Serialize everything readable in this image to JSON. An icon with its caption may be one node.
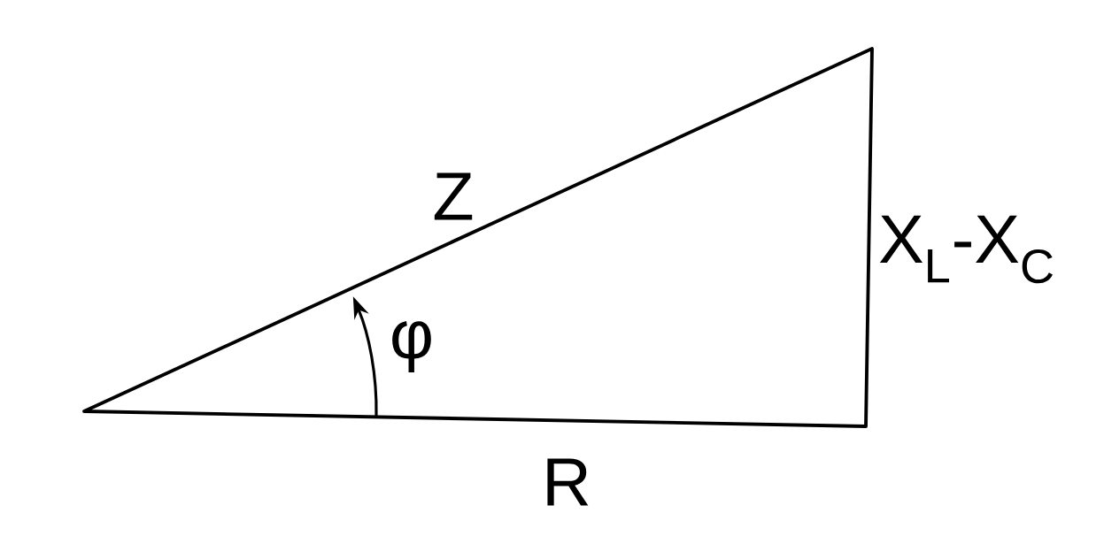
{
  "diagram": {
    "labels": [
      "Z",
      "φ",
      "X$_{L}$-X$_{C}$",
      "R"
    ]
  }
}
